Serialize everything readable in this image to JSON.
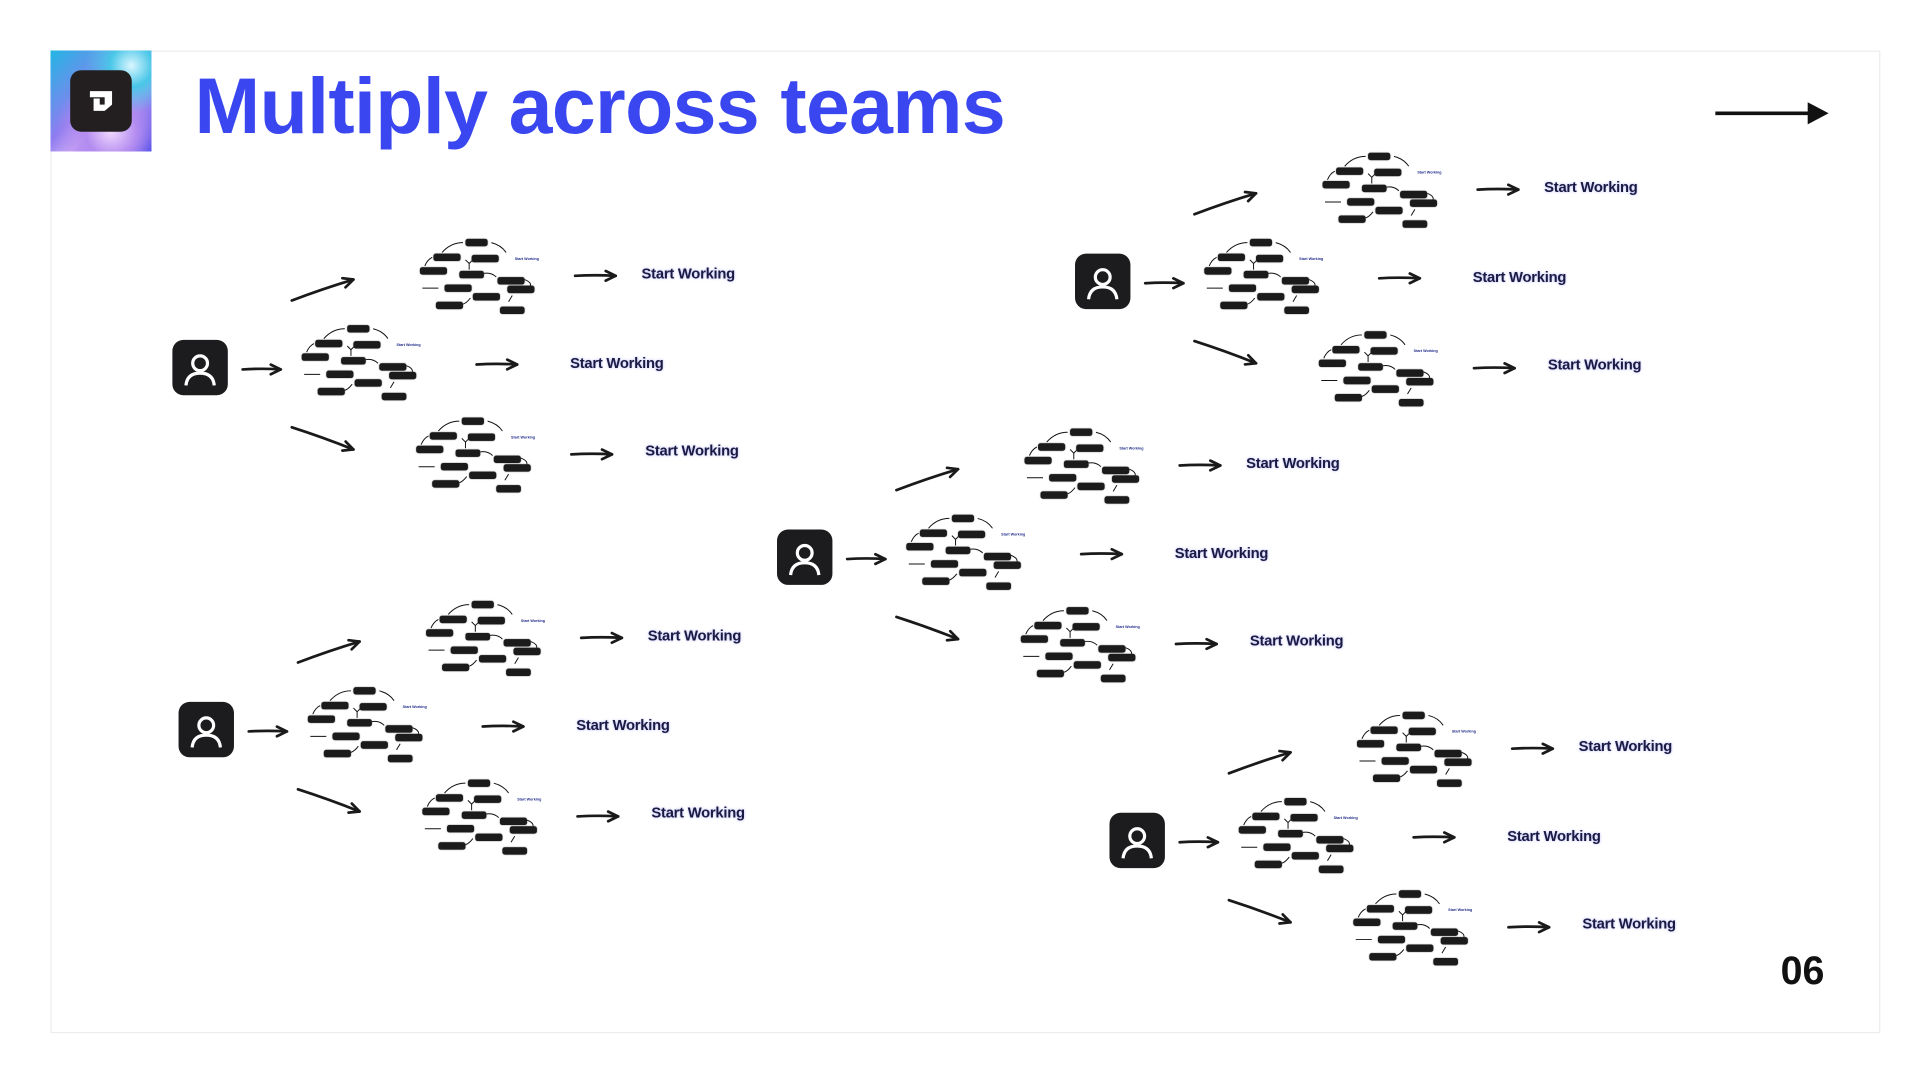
{
  "slide": {
    "title": "Multiply across teams",
    "page_number": "06",
    "accent_color": "#3a47f0",
    "icons": {
      "logo": "brand-logo-icon",
      "next": "arrow-right-icon",
      "person": "user-avatar-icon"
    }
  },
  "clusters": [
    {
      "name": "team-1",
      "diagram_label": "Start Working",
      "outputs": [
        "Start Working",
        "Start Working",
        "Start Working"
      ]
    },
    {
      "name": "team-2",
      "diagram_label": "Start Working",
      "outputs": [
        "Start Working",
        "Start Working",
        "Start Working"
      ]
    },
    {
      "name": "team-3",
      "diagram_label": "Start Working",
      "outputs": [
        "Start Working",
        "Start Working",
        "Start Working"
      ]
    },
    {
      "name": "team-4",
      "diagram_label": "Start Working",
      "outputs": [
        "Start Working",
        "Start Working",
        "Start Working"
      ]
    },
    {
      "name": "team-5",
      "diagram_label": "Start Working",
      "outputs": [
        "Start Working",
        "Start Working",
        "Start Working"
      ]
    }
  ]
}
